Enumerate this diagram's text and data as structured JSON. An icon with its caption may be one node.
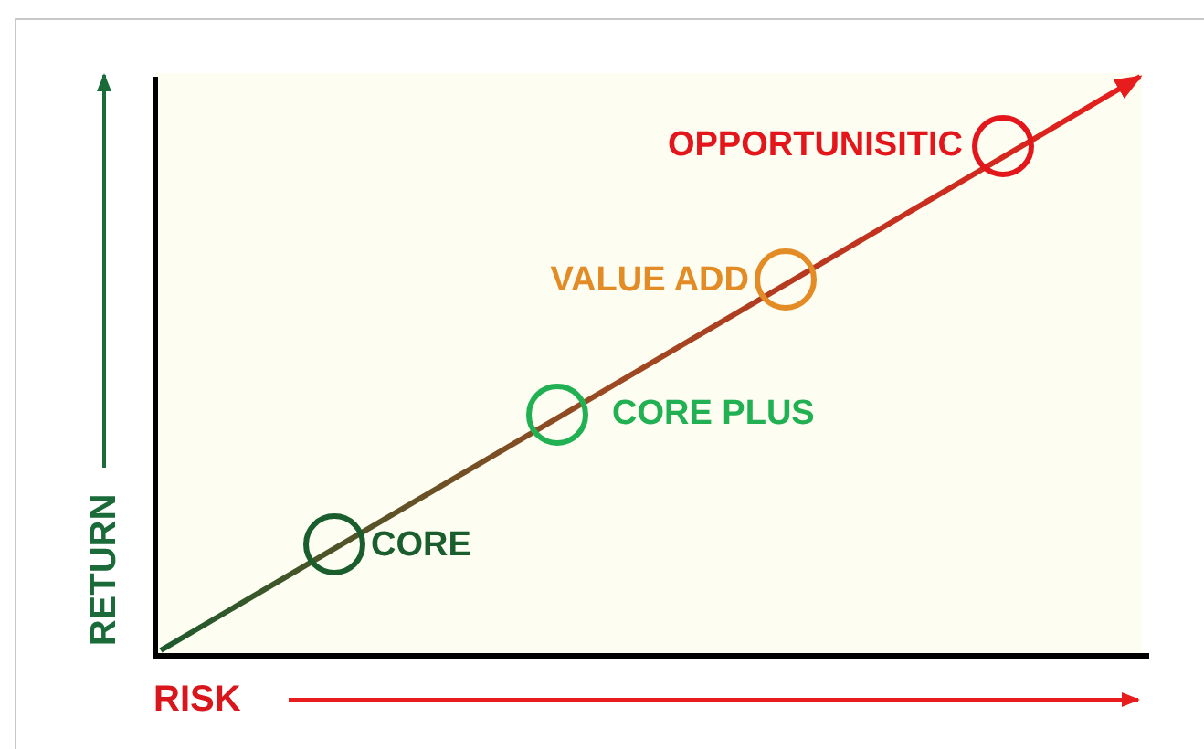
{
  "diagram": {
    "nodes": [
      {
        "text": [],
        "shape": "circle",
        "beside": [
          "CORE"
        ]
      },
      {
        "text": [],
        "shape": "circle",
        "beside": [
          "CORE PLUS"
        ]
      },
      {
        "text": [],
        "shape": "circle",
        "beside": [
          "VALUE ADD"
        ]
      },
      {
        "text": [],
        "shape": "circle",
        "beside": [
          "OPPORTUNISITIC"
        ]
      }
    ],
    "labels": [
      "RETURN",
      "RISK"
    ]
  }
}
